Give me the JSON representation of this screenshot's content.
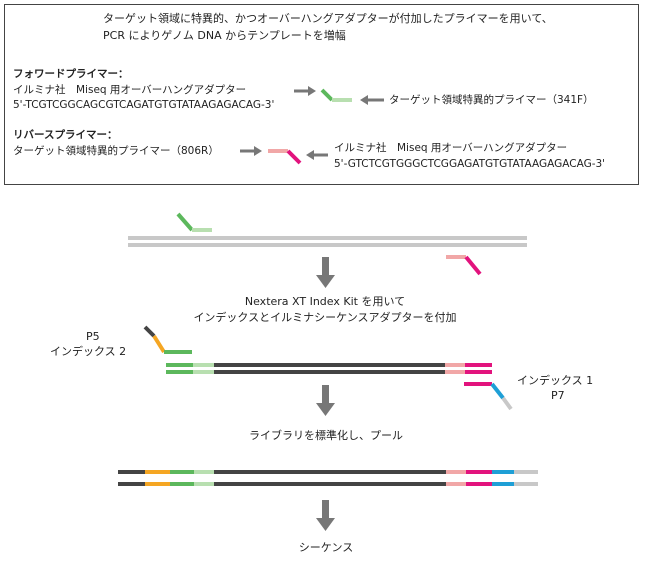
{
  "header": {
    "line1": "ターゲット領域に特異的、かつオーバーハングアダプターが付加したプライマーを用いて、",
    "line2": "PCR によりゲノム DNA からテンプレートを増幅"
  },
  "forward": {
    "title": "フォワードプライマー：",
    "adapter_label": "イルミナ社　Miseq 用オーバーハングアダプター",
    "sequence": "5'-TCGTCGGCAGCGTCAGATGTGTATAAGAGACAG-3'",
    "specific_label": "ターゲット領域特異的プライマー（341F）"
  },
  "reverse": {
    "title": "リバースプライマー：",
    "specific_label": "ターゲット領域特異的プライマー（806R）",
    "adapter_label": "イルミナ社　Miseq 用オーバーハングアダプター",
    "sequence": "5'-GTCTCGTGGGCTCGGAGATGTGTATAAGAGACAG-3'"
  },
  "step2": {
    "line1": "Nextera XT Index Kit を用いて",
    "line2": "インデックスとイルミナシーケンスアダプターを付加"
  },
  "p5_label": "P5",
  "index2_label": "インデックス 2",
  "index1_label": "インデックス 1",
  "p7_label": "P7",
  "step3": "ライブラリを標準化し、プール",
  "step4": "シーケンス",
  "colors": {
    "green": "#5cb85c",
    "light_green": "#b8dfb0",
    "pink_light": "#f1a7a7",
    "magenta": "#e2137d",
    "orange": "#f5a623",
    "blue": "#1e9fd6",
    "dark": "#444444",
    "gray": "#c8c8c8",
    "arrow": "#777777"
  }
}
